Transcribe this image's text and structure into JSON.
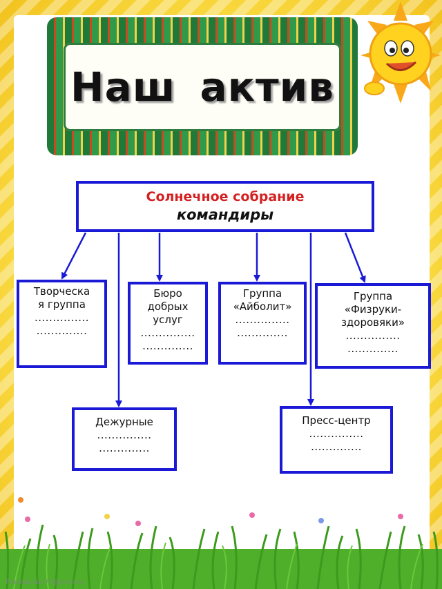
{
  "title": "Наш актив",
  "top": {
    "line1": "Солнечное собрание",
    "line2": "командиры"
  },
  "groups": [
    {
      "l1": "Творческа",
      "l2": "я группа",
      "d1": "...............",
      "d2": ".............."
    },
    {
      "l1": "Бюро",
      "l2": "добрых",
      "l3": "услуг",
      "d1": "...............",
      "d2": ".............."
    },
    {
      "l1": "Группа",
      "l2": "«Айболит»",
      "d1": "...............",
      "d2": ".............."
    },
    {
      "l1": "Группа",
      "l2": "«Физруки-",
      "l3": "здоровяки»",
      "d1": "...............",
      "d2": ".............."
    },
    {
      "l1": "Дежурные",
      "d1": "...............",
      "d2": ".............."
    },
    {
      "l1": "Пресс-центр",
      "d1": "...............",
      "d2": ".............."
    }
  ],
  "watermark": "FokinaLida.75@mail.ru",
  "colors": {
    "box_border": "#1a1ad6",
    "arrow": "#1a1ad6",
    "top_line1": "#d42020"
  }
}
